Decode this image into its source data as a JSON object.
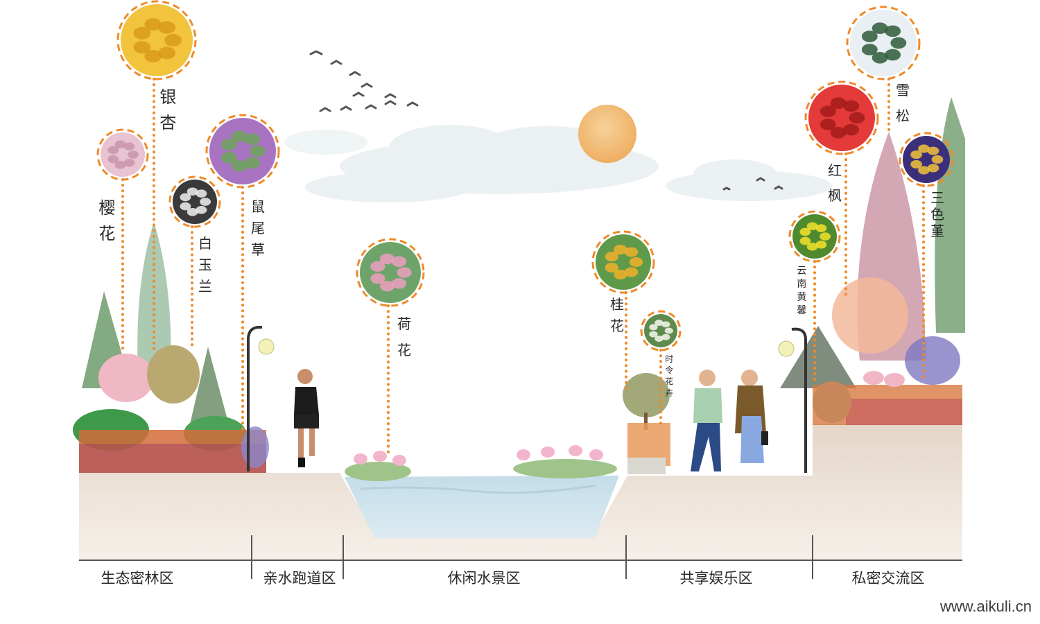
{
  "zones": [
    {
      "label": "生态密林区"
    },
    {
      "label": "亲水跑道区"
    },
    {
      "label": "休闲水景区"
    },
    {
      "label": "共享娱乐区"
    },
    {
      "label": "私密交流区"
    }
  ],
  "plants": {
    "ginkgo": "银杏",
    "cherry": "樱花",
    "magnolia": "白玉兰",
    "salvia": "鼠尾草",
    "lotus": "荷花",
    "osmanthus": "桂花",
    "seasonal_flowers": "时令花卉",
    "winter_jasmine": "云南黄馨",
    "red_maple": "红枫",
    "cedar": "雪松",
    "pansy": "三色堇"
  },
  "watermark": "www.aikuli.cn",
  "colors": {
    "dotted_line": "#ee8a2a",
    "ground": "#ece3d8",
    "water": "#cfe4ee",
    "sun": "#f3c07a"
  }
}
